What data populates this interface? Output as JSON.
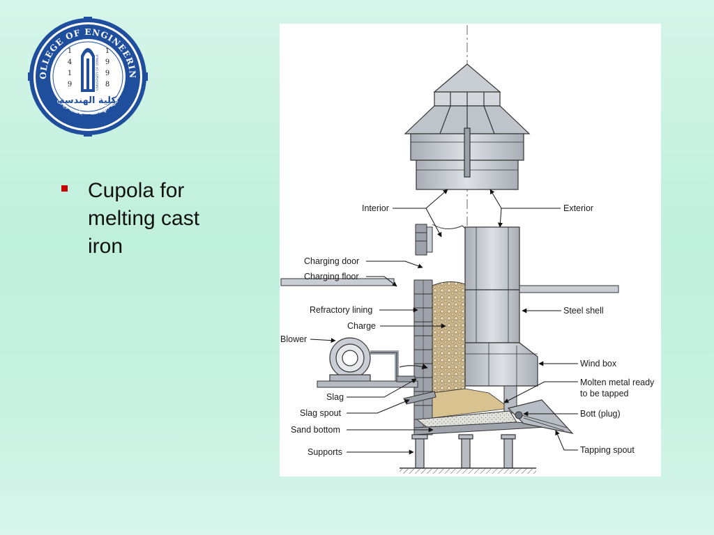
{
  "logo": {
    "ring_text_top": "COLLEGE OF ENGINEERING",
    "ring_text_bottom": "كلية الهندسة - جامعة ديالى",
    "year_left": [
      "1",
      "4",
      "1",
      "9"
    ],
    "year_right": [
      "1",
      "9",
      "9",
      "8"
    ],
    "center_text": "كلية الهندسة",
    "vertical_text": "UNIVERSITY OF DIYALA"
  },
  "bullet": {
    "lines": [
      "Cupola for",
      "melting cast",
      "iron"
    ]
  },
  "diagram": {
    "labels": {
      "interior": "Interior",
      "exterior": "Exterior",
      "charging_door": "Charging door",
      "charging_floor": "Charging floor",
      "refractory_lining": "Refractory lining",
      "charge": "Charge",
      "blower": "Blower",
      "slag": "Slag",
      "slag_spout": "Slag spout",
      "sand_bottom": "Sand bottom",
      "supports": "Supports",
      "steel_shell": "Steel shell",
      "wind_box": "Wind box",
      "molten_metal_line1": "Molten metal ready",
      "molten_metal_line2": "to be tapped",
      "bott": "Bott (plug)",
      "tapping_spout": "Tapping spout"
    }
  },
  "colors": {
    "bullet_marker": "#c40000",
    "logo_blue": "#1f4e9c",
    "steel_gray": "#c9cdd4",
    "charge_tan": "#cdb78a"
  }
}
